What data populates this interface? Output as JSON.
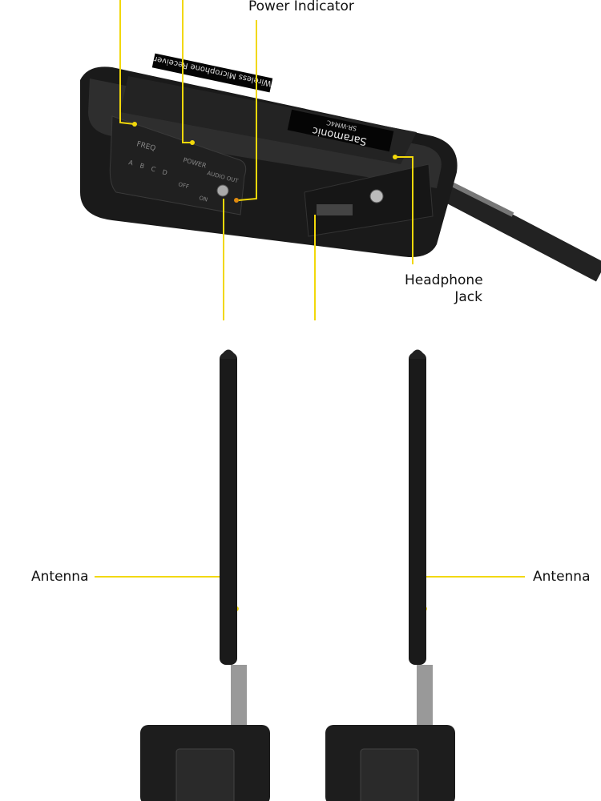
{
  "labels": {
    "power_indicator": "Power Indicator",
    "headphone_jack": [
      "Headphone",
      "Jack"
    ],
    "antenna_left": "Antenna",
    "antenna_right": "Antenna"
  },
  "device": {
    "top_label": "Wireless Microphone Receiver",
    "brand": "Saramonic",
    "model": "SR-WM4C",
    "freq_label": "FREQ",
    "freq_channels": [
      "A",
      "B",
      "C",
      "D"
    ],
    "power_label": "POWER",
    "power_off": "OFF",
    "power_on": "ON",
    "audio_out": "AUDIO OUT"
  },
  "colors": {
    "callout": "#f2d80a",
    "device": "#1c1c1c"
  }
}
